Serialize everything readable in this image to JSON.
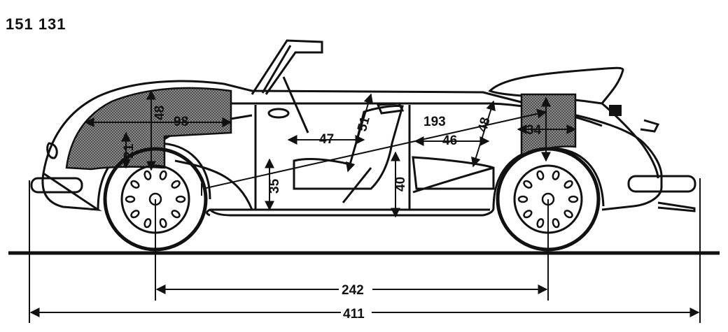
{
  "model_code": "151 131",
  "dimensions": {
    "wheelbase": "242",
    "overall_length": "411",
    "front_trunk_length": "98",
    "front_trunk_height": "48",
    "front_trunk_depth": "21",
    "seat_height_rear": "35",
    "seat_height_front": "40",
    "rear_legroom": "47",
    "front_legroom": "46",
    "diagonal_interior": "193",
    "rear_backrest": "51",
    "front_backrest": "48",
    "engine_bay_width": "34"
  },
  "colors": {
    "ink": "#111111",
    "hatch": "#555555",
    "ground": "#111111"
  }
}
